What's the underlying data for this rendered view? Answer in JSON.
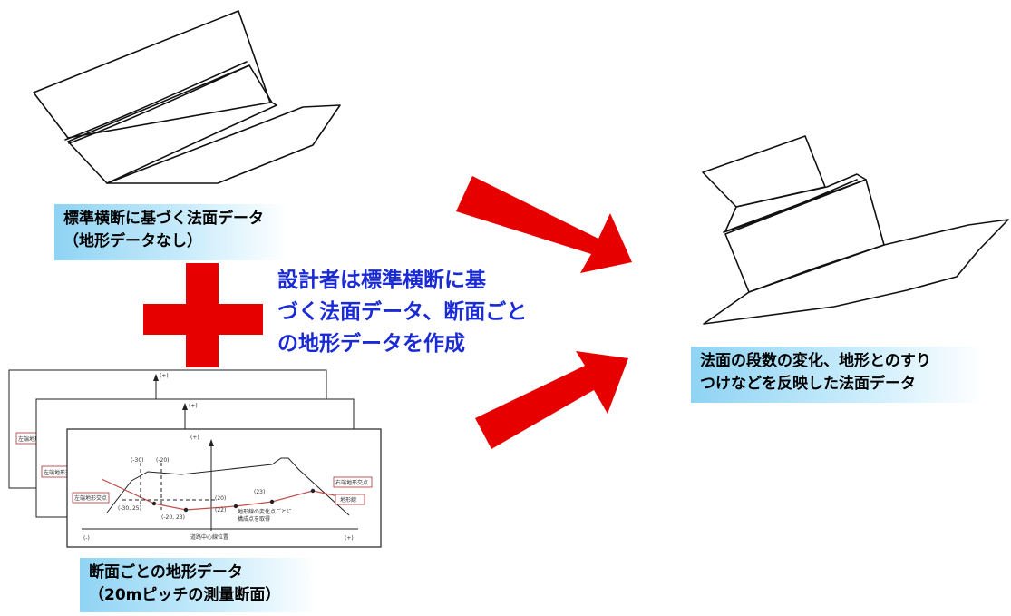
{
  "colors": {
    "arrow_fill": "#e60000",
    "plus_fill": "#e60000",
    "caption_gradient_start": "#8fd3f3",
    "designer_note_text": "#1a2bd6",
    "ground_fill": "#c8c8c8",
    "red_ground_line": "#c0504d"
  },
  "left_top_caption": {
    "line1": "標準横断に基づく法面データ",
    "line2": "（地形データなし）"
  },
  "designer_note": {
    "line1": "設計者は標準横断に基",
    "line2": "づく法面データ、断面ごと",
    "line3": "の地形データを作成"
  },
  "bottom_caption": {
    "line1": "断面ごとの地形データ",
    "line2": "（20mピッチの測量断面）"
  },
  "right_caption": {
    "line1": "法面の段数の変化、地形とのすり",
    "line2": "つけなどを反映した法面データ"
  },
  "cross_section_sheet": {
    "plus_sign": "(+)",
    "minus_sign": "(-)",
    "left_boundary_label": "左端地形交点",
    "right_boundary_label": "右端地形交点",
    "ground_line_label": "地形線",
    "axis_label": "道路中心線位置",
    "note_line1": "地形線の変化点ごとに",
    "note_line2": "構成点を取得",
    "coord_m30": "(-30)",
    "coord_m20": "(-20)",
    "coord_m30_25": "(-30, 25)",
    "coord_m20_23": "(-20, 23)",
    "coord_20": "(20)",
    "coord_22": "(22)",
    "coord_23": "(23)"
  }
}
